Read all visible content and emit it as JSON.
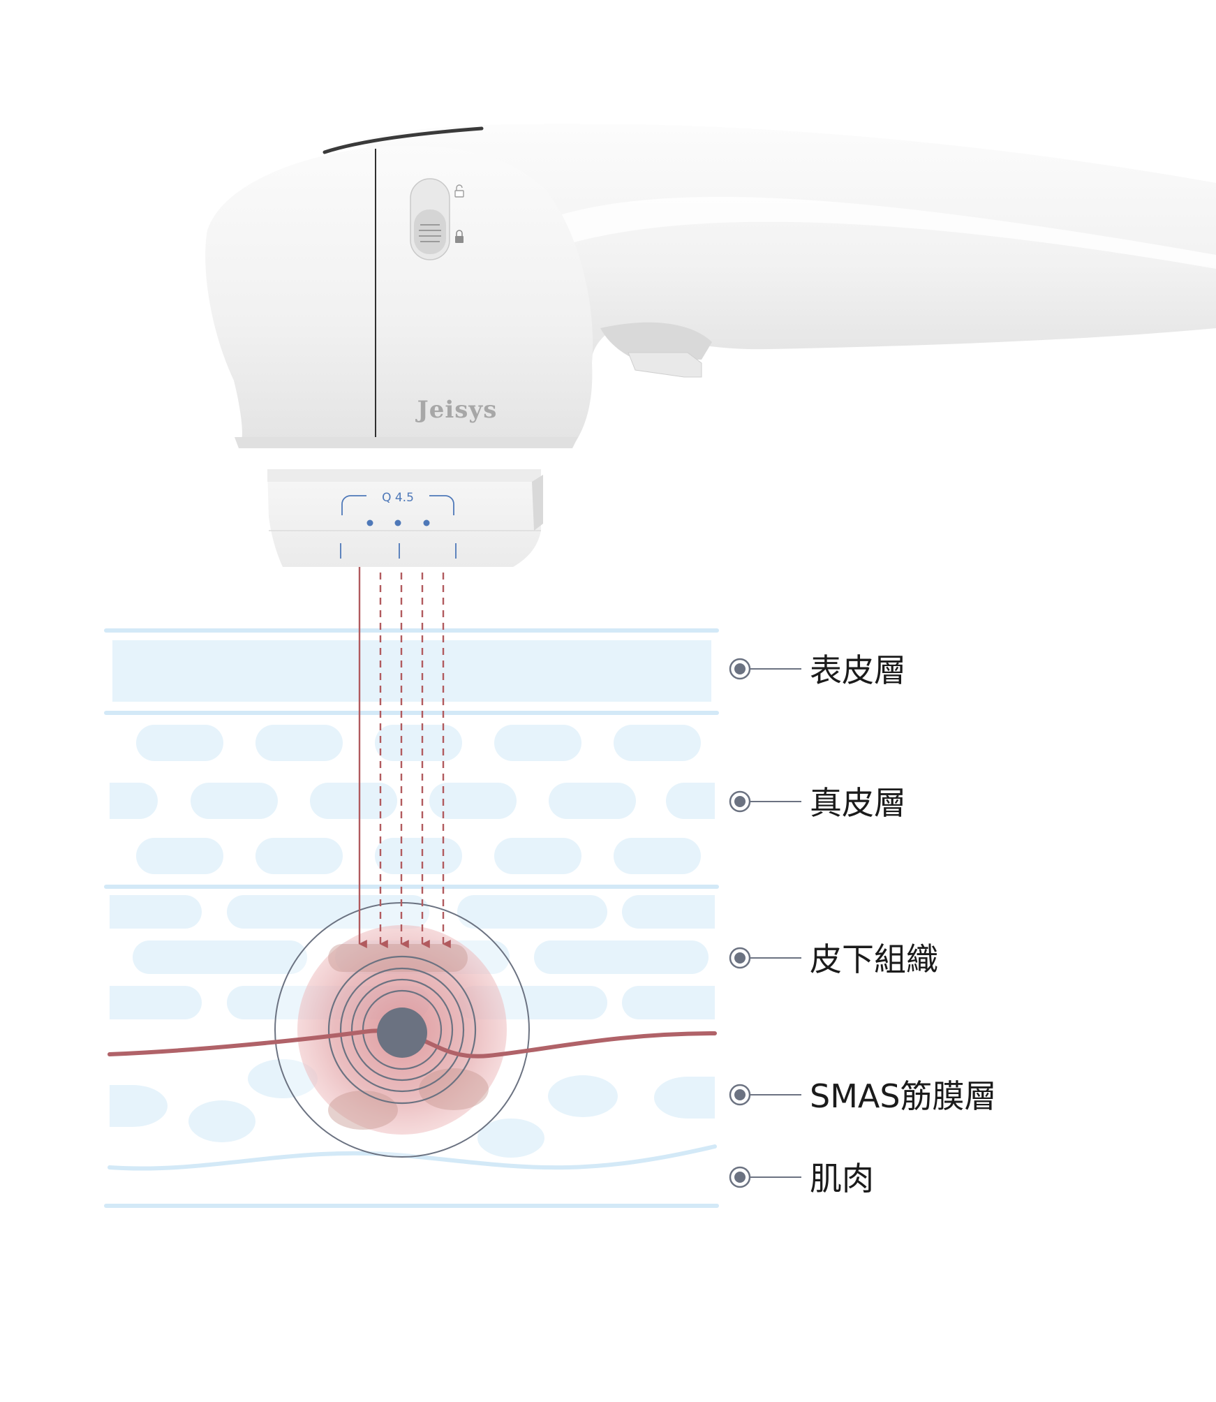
{
  "device": {
    "brand": "Jeisys",
    "cartridge_label": "Q 4.5",
    "switch_icons": [
      "unlock-icon",
      "lock-icon"
    ]
  },
  "layers": [
    {
      "id": "epidermis",
      "label": "表皮層"
    },
    {
      "id": "dermis",
      "label": "真皮層"
    },
    {
      "id": "subcutaneous",
      "label": "皮下組織"
    },
    {
      "id": "smas",
      "label": "SMAS筋膜層"
    },
    {
      "id": "muscle",
      "label": "肌肉"
    }
  ],
  "colors": {
    "layer_fill": "#e6f3fb",
    "layer_line": "#d3e9f7",
    "beam": "#b15a5e",
    "smas_line": "#b06268",
    "focal_point": "#6b7281",
    "marker": "#6b7281",
    "text": "#1b1b1b",
    "device_body": "#f4f4f4",
    "device_accent": "#4e78b8"
  }
}
